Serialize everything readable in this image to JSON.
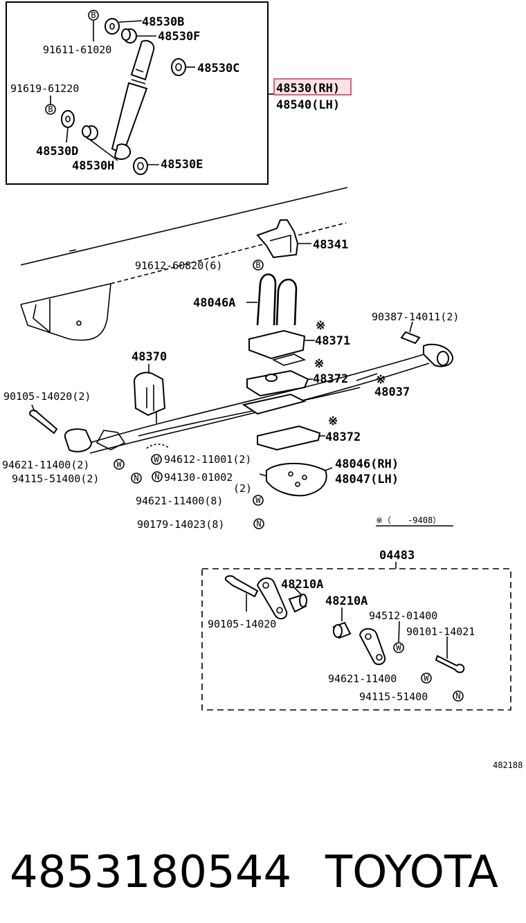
{
  "shock_group": {
    "labels": {
      "p48530B": "48530B",
      "p48530F": "48530F",
      "p91611": "91611-61020",
      "p48530C": "48530C",
      "p91619": "91619-61220",
      "p48530D": "48530D",
      "p48530H": "48530H",
      "p48530E": "48530E"
    },
    "main_rh": "48530(RH)",
    "main_lh": "48540(LH)",
    "highlight_color": "#e06070"
  },
  "spring_group": {
    "p48341": "48341",
    "p91612": "91612-60820(6)",
    "p48046A": "48046A",
    "p90387": "90387-14011(2)",
    "p48371": "48371",
    "p48370": "48370",
    "p48372a": "48372",
    "p48037": "48037",
    "p90105a": "90105-14020(2)",
    "p48372b": "48372",
    "p94621a": "94621-11400(2)",
    "p94612": "94612-11001(2)",
    "p48046rh": "48046(RH)",
    "p94115a": "94115-51400(2)",
    "p94130": "94130-01002",
    "p94130qty": "(2)",
    "p48047lh": "48047(LH)",
    "p94621b": "94621-11400(8)",
    "p90179": "90179-14023(8)",
    "note_mark": "※",
    "note": "※（　　-9408）"
  },
  "kit_group": {
    "kit_no": "04483",
    "p48210a1": "48210A",
    "p48210a2": "48210A",
    "p90105b": "90105-14020",
    "p94512": "94512-01400",
    "p90101": "90101-14021",
    "p94621c": "94621-11400",
    "p94115b": "94115-51400"
  },
  "symbols": {
    "B": "B",
    "W": "W",
    "N": "N"
  },
  "ref_code": "482188",
  "footer": {
    "part_number": "4853180544",
    "brand": "TOYOTA"
  }
}
